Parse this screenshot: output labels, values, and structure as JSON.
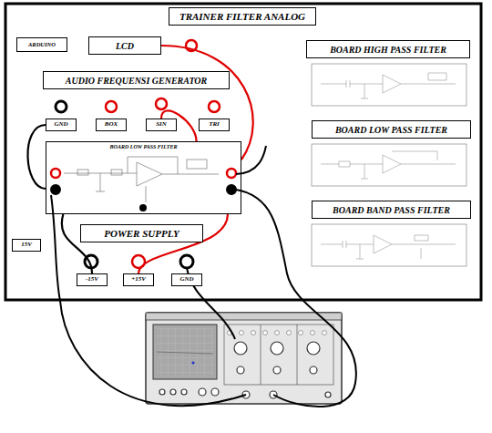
{
  "diagram": {
    "nodes": [
      {
        "text": [
          "TRAINER FILTER ANALOG"
        ]
      },
      {
        "text": [
          "ARDUINO"
        ]
      },
      {
        "text": [
          "LCD"
        ]
      },
      {
        "text": [
          "AUDIO FREQUENSI GENERATOR"
        ]
      },
      {
        "text": [
          "GND"
        ]
      },
      {
        "text": [
          "BOX"
        ]
      },
      {
        "text": [
          "SIN"
        ]
      },
      {
        "text": [
          "TRI"
        ]
      },
      {
        "text": [
          "BOARD LOW PASS FILTER"
        ]
      },
      {
        "text": [
          "BOARD HIGH PASS FILTER"
        ]
      },
      {
        "text": [
          "BOARD LOW PASS FILTER"
        ]
      },
      {
        "text": [
          "BOARD BAND PASS FILTER"
        ]
      },
      {
        "text": [
          "POWER SUPPLY"
        ]
      },
      {
        "text": [
          "15V"
        ]
      },
      {
        "text": [
          "-15V"
        ]
      },
      {
        "text": [
          "+15V"
        ]
      },
      {
        "text": [
          "GND"
        ]
      }
    ],
    "edges": [
      {
        "from": 2,
        "to": 8,
        "arrow": "none"
      },
      {
        "from": 6,
        "to": 8,
        "arrow": "none"
      },
      {
        "from": 4,
        "to": 8,
        "arrow": "none"
      },
      {
        "from": 15,
        "to": 8,
        "arrow": "none"
      },
      {
        "from": 8,
        "to": 14,
        "arrow": "none"
      }
    ]
  }
}
